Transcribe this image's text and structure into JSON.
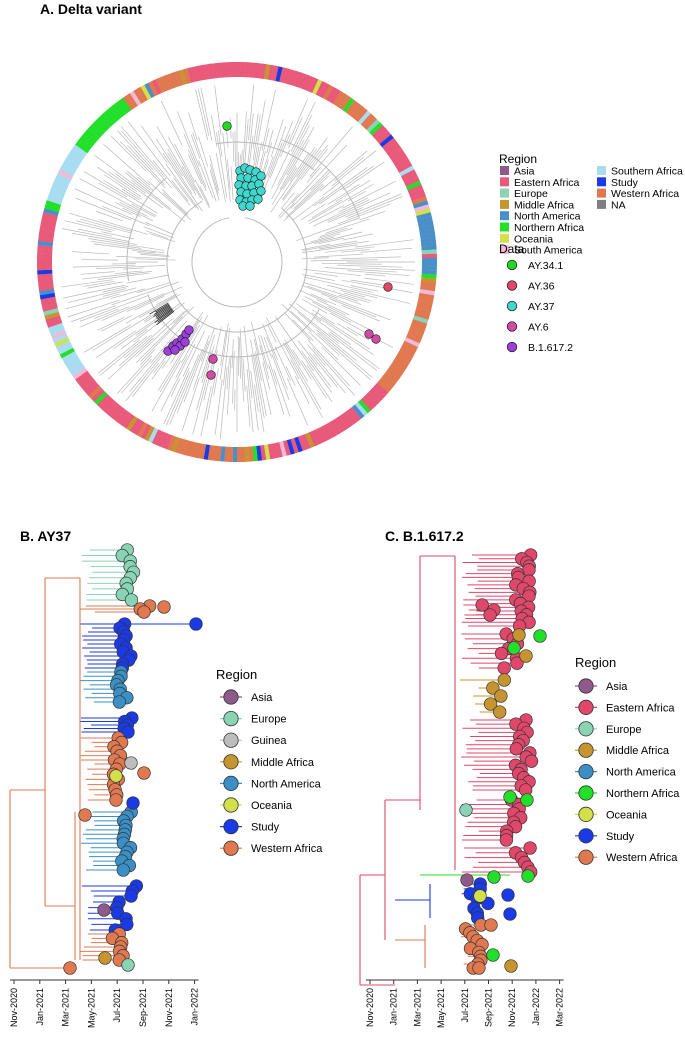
{
  "panelA": {
    "title": "A. Delta variant",
    "legend_region_title": "Region",
    "regions": [
      {
        "label": "Asia",
        "color": "#8e5a8a"
      },
      {
        "label": "Eastern Africa",
        "color": "#e8597a"
      },
      {
        "label": "Europe",
        "color": "#88d4b5"
      },
      {
        "label": "Middle Africa",
        "color": "#c7952f"
      },
      {
        "label": "North America",
        "color": "#4a90c8"
      },
      {
        "label": "Northern Africa",
        "color": "#22e02a"
      },
      {
        "label": "Oceania",
        "color": "#d4e04a"
      },
      {
        "label": "South America",
        "color": "#f2b8d8"
      },
      {
        "label": "Southern Africa",
        "color": "#a8dcf0"
      },
      {
        "label": "Study",
        "color": "#1a3ae8"
      },
      {
        "label": "Western Africa",
        "color": "#e07850"
      },
      {
        "label": "NA",
        "color": "#7f7f7f"
      }
    ],
    "legend_data_title": "Data",
    "data": [
      {
        "label": "AY.34.1",
        "color": "#22d824"
      },
      {
        "label": "AY.36",
        "color": "#e0476a"
      },
      {
        "label": "AY.37",
        "color": "#3fd8cf"
      },
      {
        "label": "AY.6",
        "color": "#d24aa6"
      },
      {
        "label": "B.1.617.2",
        "color": "#9b40d8"
      }
    ]
  },
  "panelB": {
    "title": "B. AY37",
    "legend_title": "Region",
    "legend": [
      {
        "label": "Asia",
        "color": "#8e5a8a"
      },
      {
        "label": "Europe",
        "color": "#88d4b5"
      },
      {
        "label": "Guinea",
        "color": "#bdbdbd"
      },
      {
        "label": "Middle Africa",
        "color": "#c7952f"
      },
      {
        "label": "North America",
        "color": "#3a8fc4"
      },
      {
        "label": "Oceania",
        "color": "#d4e04a"
      },
      {
        "label": "Study",
        "color": "#1a3ae8"
      },
      {
        "label": "Western Africa",
        "color": "#e07850"
      }
    ],
    "axis_ticks": [
      "Nov-2020",
      "Jan-2021",
      "Mar-2021",
      "May-2021",
      "Jul-2021",
      "Sep-2021",
      "Nov-2021",
      "Jan-2022"
    ]
  },
  "panelC": {
    "title": "C. B.1.617.2",
    "legend_title": "Region",
    "legend": [
      {
        "label": "Asia",
        "color": "#8e5a8a"
      },
      {
        "label": "Eastern Africa",
        "color": "#e0476a"
      },
      {
        "label": "Europe",
        "color": "#88d4b5"
      },
      {
        "label": "Middle Africa",
        "color": "#c7952f"
      },
      {
        "label": "North America",
        "color": "#3a8fc4"
      },
      {
        "label": "Northern Africa",
        "color": "#22e02a"
      },
      {
        "label": "Oceania",
        "color": "#d4e04a"
      },
      {
        "label": "Study",
        "color": "#1a3ae8"
      },
      {
        "label": "Western Africa",
        "color": "#e07850"
      }
    ],
    "axis_ticks": [
      "Nov-2020",
      "Jan-2021",
      "Mar-2021",
      "May-2021",
      "Jul-2021",
      "Sep-2021",
      "Nov-2021",
      "Jan-2022",
      "Mar-2022"
    ]
  }
}
